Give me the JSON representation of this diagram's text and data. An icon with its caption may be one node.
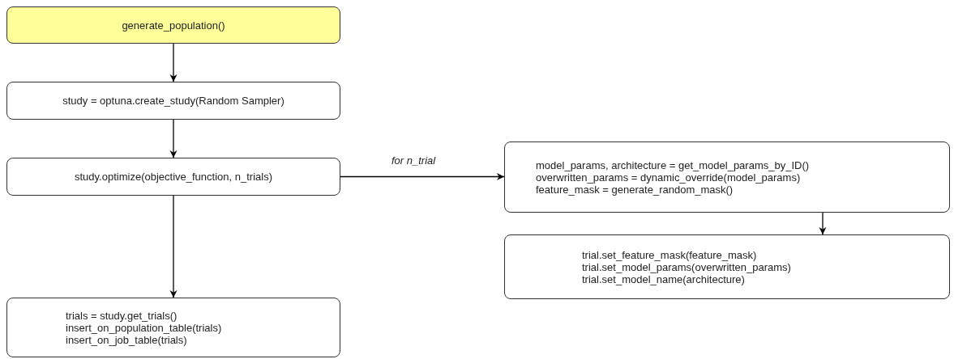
{
  "diagram": {
    "nodes": [
      {
        "text": [
          "generate_population()"
        ]
      },
      {
        "text": [
          "study = optuna.create_study(Random Sampler)"
        ]
      },
      {
        "text": [
          "study.optimize(objective_function, n_trials)"
        ]
      },
      {
        "text": [
          "trials = study.get_trials()",
          "insert_on_population_table(trials)",
          "insert_on_job_table(trials)"
        ]
      },
      {
        "text": [
          "model_params, architecture = get_model_params_by_ID()",
          "overwritten_params = dynamic_override(model_params)",
          "feature_mask = generate_random_mask()"
        ]
      },
      {
        "text": [
          "trial.set_feature_mask(feature_mask)",
          "trial.set_model_params(overwritten_params)",
          "trial.set_model_name(architecture)"
        ]
      }
    ],
    "edges": [
      {
        "from": 0,
        "to": 1,
        "arrow": "to"
      },
      {
        "from": 1,
        "to": 2,
        "arrow": "to"
      },
      {
        "from": 2,
        "to": 3,
        "arrow": "to"
      },
      {
        "from": 2,
        "to": 4,
        "arrow": "to",
        "label": "for n_trial"
      },
      {
        "from": 4,
        "to": 5,
        "arrow": "to"
      }
    ]
  }
}
